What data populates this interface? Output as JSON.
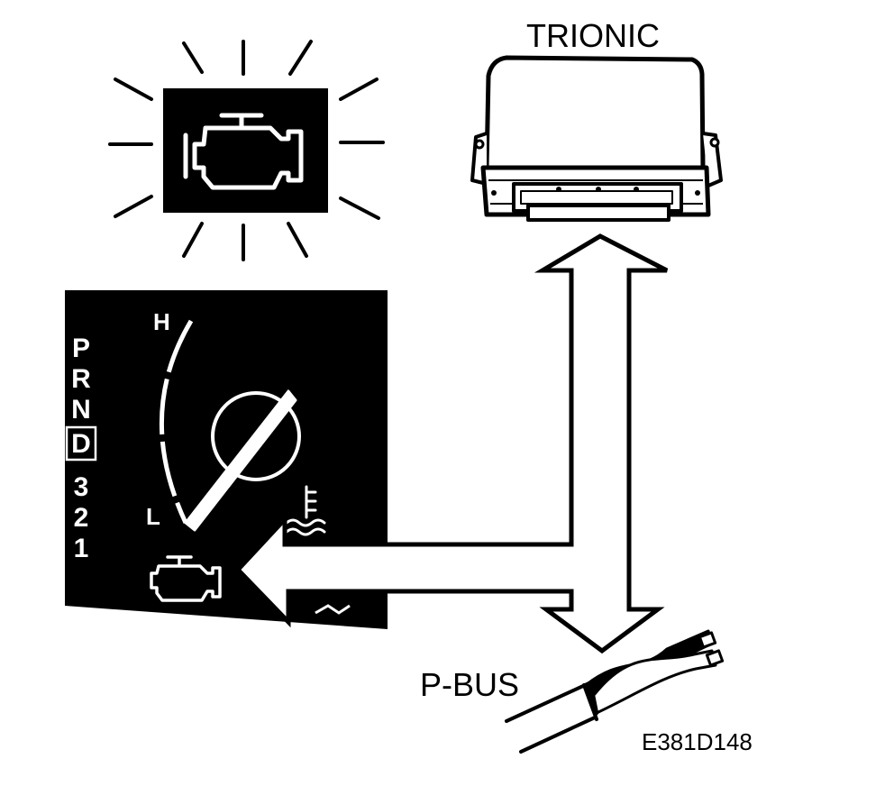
{
  "labels": {
    "ecu": "TRIONIC",
    "bus": "P-BUS",
    "figure_id": "E381D148"
  },
  "gauge": {
    "high": "H",
    "low": "L"
  },
  "gear_indicator": {
    "positions": [
      "P",
      "R",
      "N",
      "D",
      "3",
      "2",
      "1"
    ],
    "selected": "D"
  },
  "colors": {
    "ink": "#000000",
    "paper": "#ffffff"
  },
  "icons": [
    "check-engine-light-icon",
    "engine-icon",
    "coolant-temperature-icon"
  ]
}
